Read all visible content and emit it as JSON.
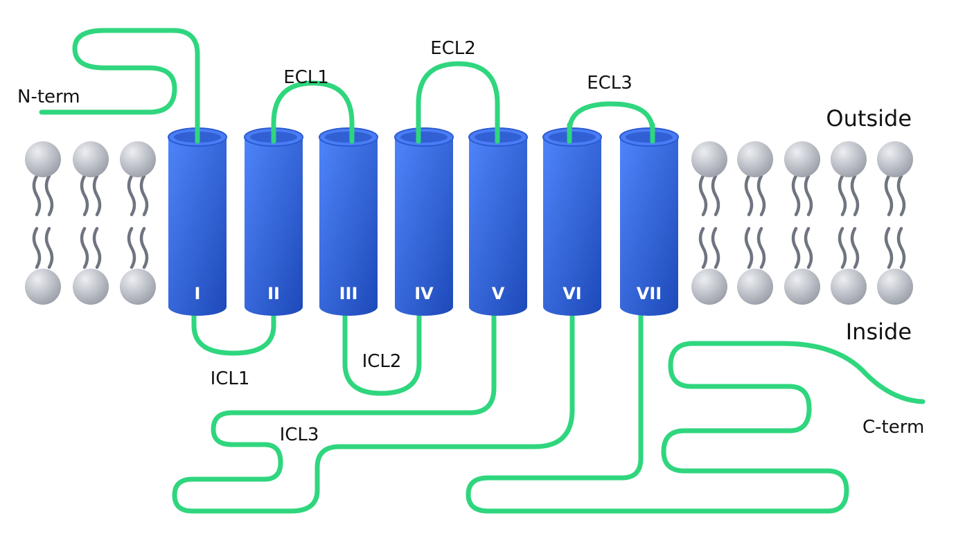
{
  "title": "",
  "colors": {
    "chain": "#2fd67e",
    "helix_light": "#4a7df5",
    "helix_dark": "#1d49b8",
    "lipid_head": "#c9ccd3",
    "lipid_tail": "#6f7480"
  },
  "sides": {
    "outside": "Outside",
    "inside": "Inside"
  },
  "termini": {
    "n_term": "N-term",
    "c_term": "C-term"
  },
  "helices": [
    {
      "label": "I"
    },
    {
      "label": "II"
    },
    {
      "label": "III"
    },
    {
      "label": "IV"
    },
    {
      "label": "V"
    },
    {
      "label": "VI"
    },
    {
      "label": "VII"
    }
  ],
  "loops": {
    "ecl1": "ECL1",
    "ecl2": "ECL2",
    "ecl3": "ECL3",
    "icl1": "ICL1",
    "icl2": "ICL2",
    "icl3": "ICL3"
  }
}
